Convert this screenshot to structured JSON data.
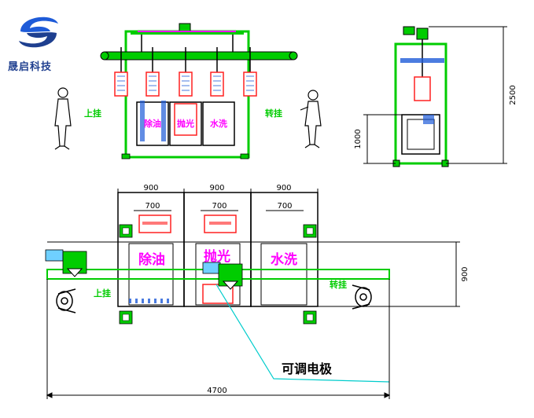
{
  "brand": {
    "name": "晟启科技"
  },
  "front_view": {
    "label_load": "上挂",
    "label_transfer": "转挂",
    "tank_labels": [
      "除油",
      "抛光",
      "水洗"
    ]
  },
  "side_view": {
    "height_total": "2500",
    "height_tank": "1000"
  },
  "top_view": {
    "tank_widths": [
      "900",
      "900",
      "900"
    ],
    "inner_widths": [
      "700",
      "700",
      "700"
    ],
    "tank_labels": [
      "除油",
      "抛光",
      "水洗"
    ],
    "depth": "900",
    "total_length": "4700",
    "label_load": "上挂",
    "label_transfer": "转挂",
    "callout": "可调电极"
  },
  "colors": {
    "frame": "#00cc00",
    "line": "#000000",
    "dim": "#00aaaa",
    "tank_text": "#ff00ff",
    "panel": "#ff2020",
    "blue": "#1e5bd8"
  }
}
